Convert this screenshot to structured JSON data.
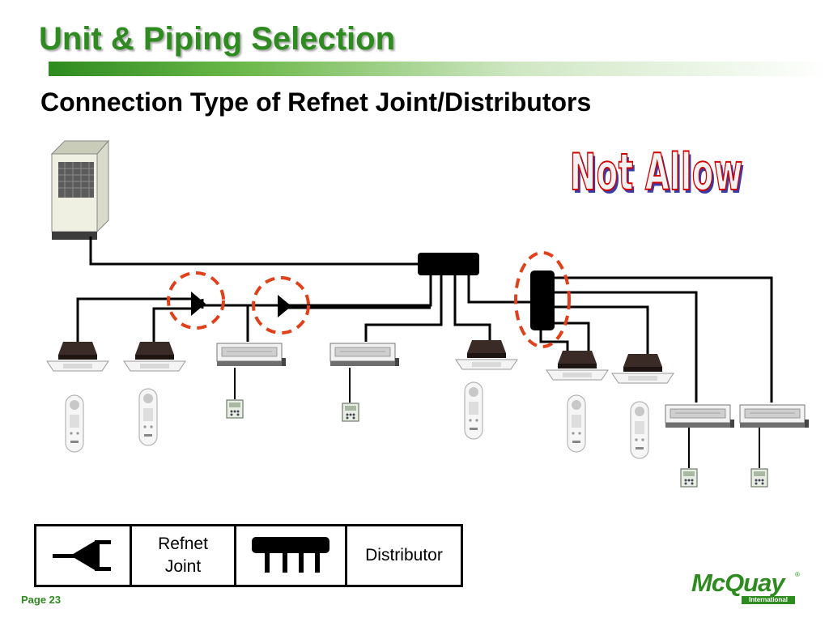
{
  "title": "Unit & Piping Selection",
  "subtitle": "Connection Type of Refnet Joint/Distributors",
  "callout": "Not Allow",
  "legend": {
    "refnet_label": "Refnet\nJoint",
    "distributor_label": "Distributor"
  },
  "footer": {
    "page": "Page 23",
    "logo_word": "McQuay",
    "logo_sub": "International",
    "logo_reg": "®"
  },
  "colors": {
    "title_green": "#2e8b1f",
    "highlight_red": "#e0401a",
    "callout_red": "#d40000",
    "callout_shadow": "#3b3ba8"
  },
  "icons": [
    "outdoor-unit-icon",
    "cassette-unit-icon",
    "ducted-unit-icon",
    "remote-controller-icon",
    "wired-controller-icon",
    "refnet-joint-icon",
    "distributor-icon"
  ]
}
